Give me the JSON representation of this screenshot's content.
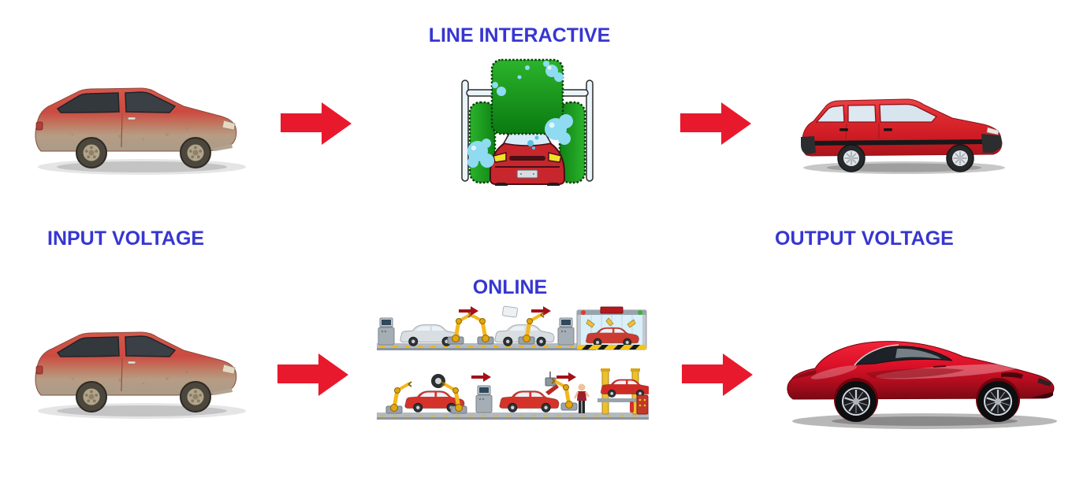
{
  "diagram": {
    "rows": {
      "line_interactive": {
        "title": "LINE INTERACTIVE",
        "input_image": "dirty-car",
        "process_image": "car-wash",
        "output_image": "clean-red-hatchback"
      },
      "online": {
        "title": "ONLINE",
        "input_image": "dirty-car",
        "process_image": "car-assembly-line",
        "output_image": "red-sports-car"
      }
    },
    "side_labels": {
      "input": "INPUT VOLTAGE",
      "output": "OUTPUT VOLTAGE"
    },
    "colors": {
      "label_blue": "#3636d2",
      "arrow_red": "#e8192d",
      "mini_arrow_dark_red": "#a31119",
      "brush_green": "#1ba021",
      "car_red": "#d6252b"
    }
  }
}
